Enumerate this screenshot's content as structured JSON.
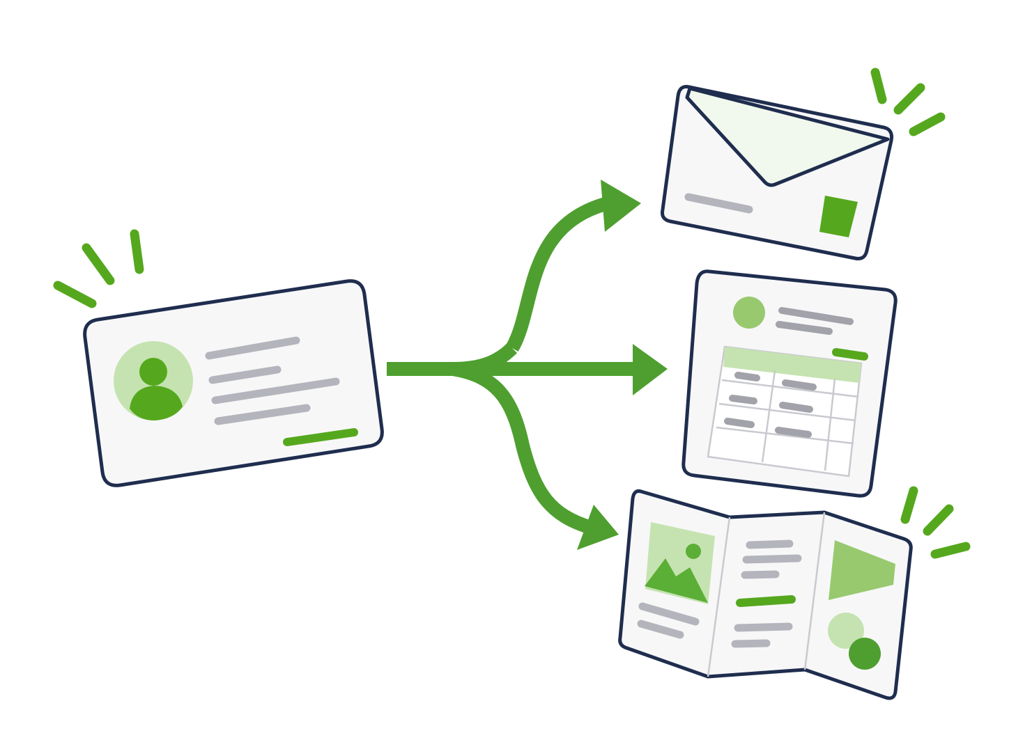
{
  "diagram": {
    "source_node": {
      "icon": "user-profile-icon",
      "represents": "contact-card"
    },
    "targets": [
      {
        "icon": "envelope-icon",
        "represents": "mail"
      },
      {
        "icon": "spreadsheet-icon",
        "represents": "data-table"
      },
      {
        "icon": "brochure-icon",
        "represents": "trifold-brochure"
      }
    ],
    "colors": {
      "accent": "#55a81d",
      "arrow": "#4e9f2f",
      "light_green": "#c5e3b0",
      "mid_green": "#98c96e",
      "outline": "#1f2d4e",
      "placeholder_line": "#b4b4bc",
      "card_fill": "#f7f7f8"
    }
  }
}
